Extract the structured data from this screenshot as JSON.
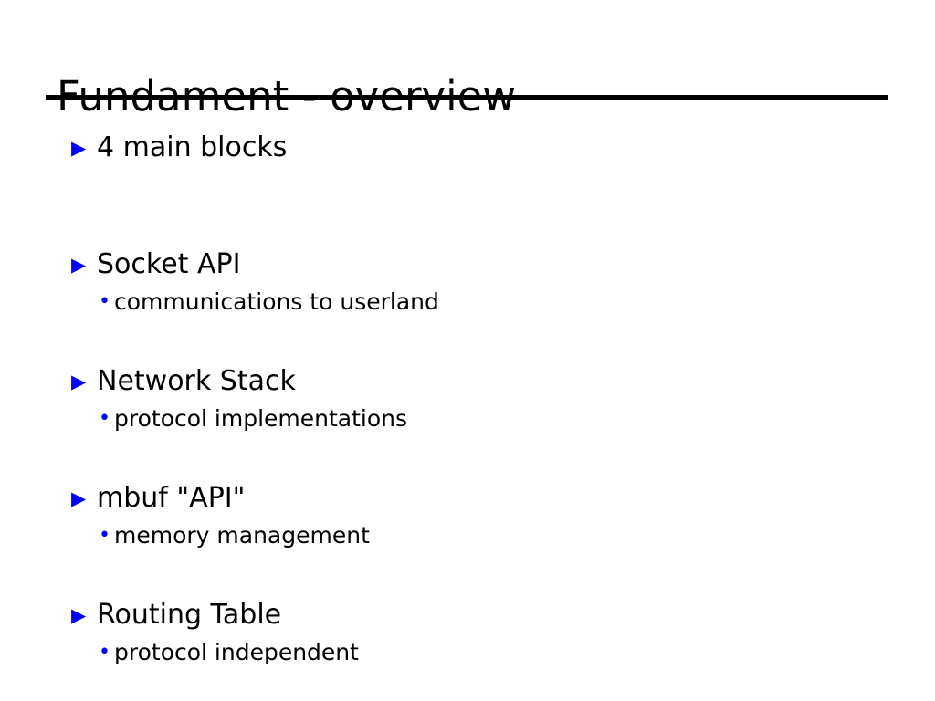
{
  "slide": {
    "title": "Fundament - overview",
    "background_color": "#ffffff",
    "text_color": "#000000",
    "rule_color": "#000000",
    "bullet_color": "#0000ff",
    "markers": {
      "level1_glyph": "▶",
      "level1_name": "triangle-bullet-icon",
      "level2_glyph": "•",
      "level2_name": "dot-bullet-icon"
    },
    "bullets": [
      {
        "level1": "4 main blocks",
        "level2": []
      },
      {
        "level1": "Socket API",
        "level2": [
          "communications to userland"
        ]
      },
      {
        "level1": "Network Stack",
        "level2": [
          "protocol implementations"
        ]
      },
      {
        "level1": "mbuf \"API\"",
        "level2": [
          "memory management"
        ]
      },
      {
        "level1": "Routing Table",
        "level2": [
          "protocol independent"
        ]
      }
    ]
  }
}
